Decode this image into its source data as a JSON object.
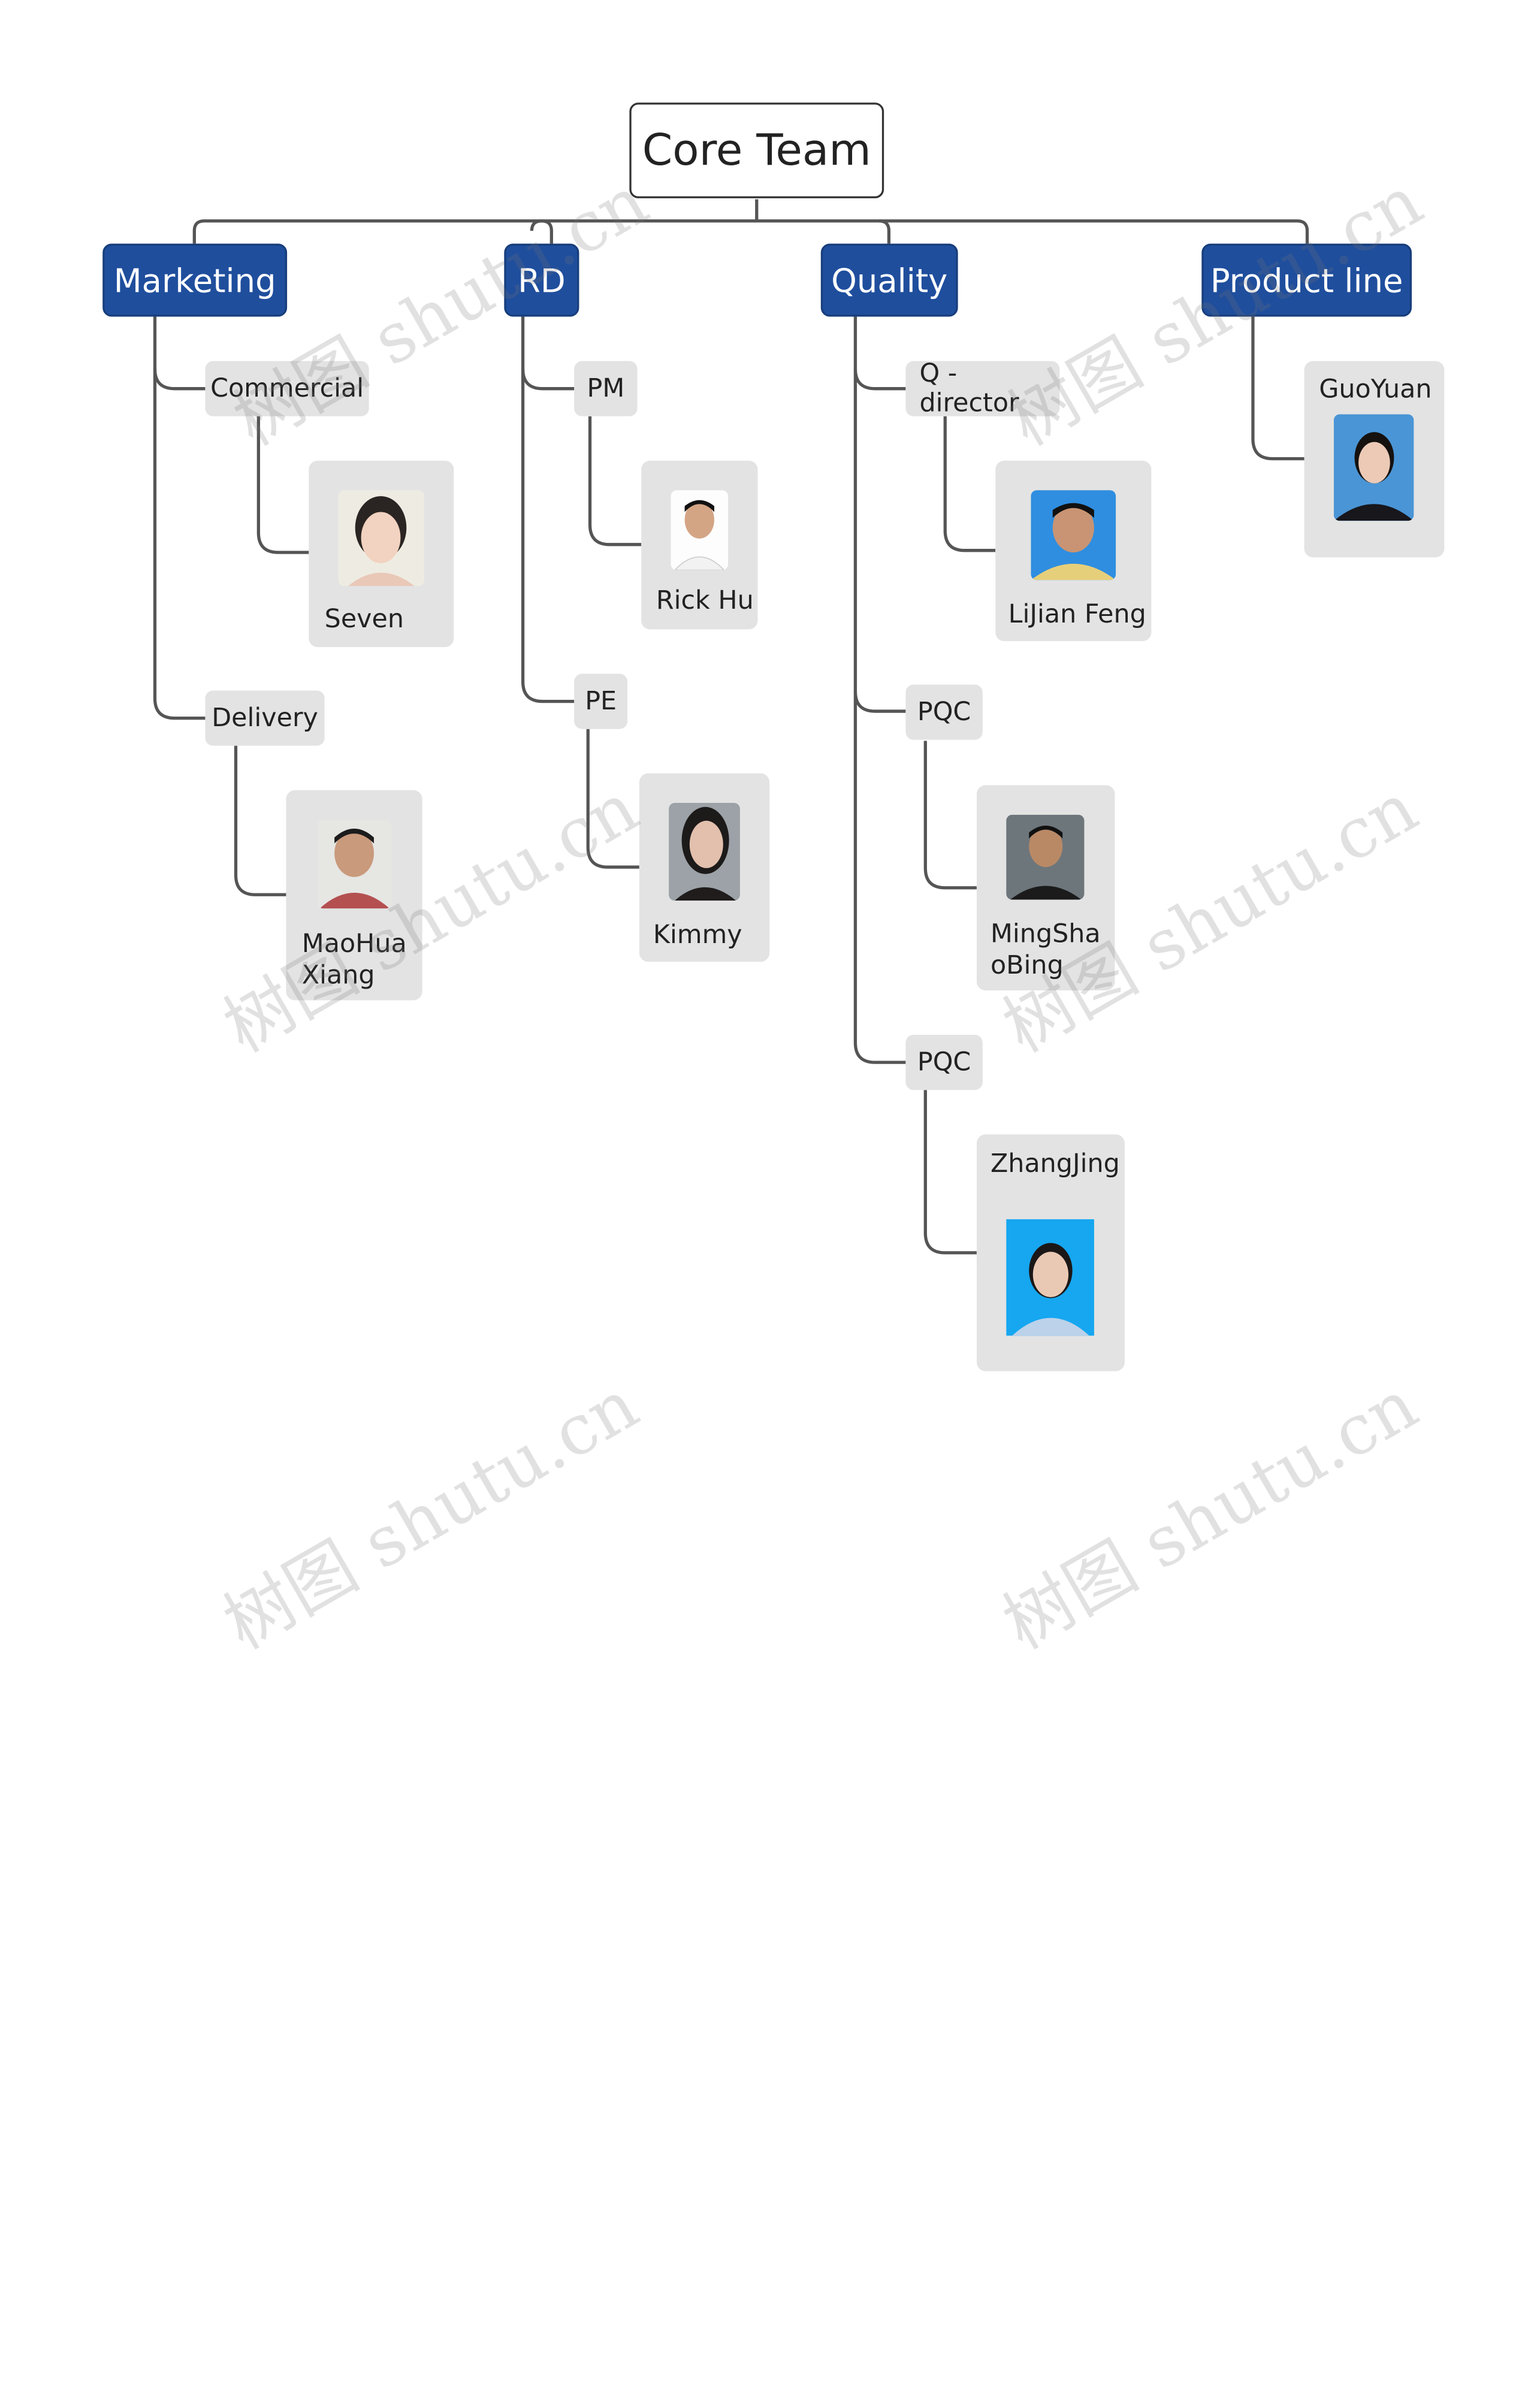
{
  "root": {
    "title": "Core Team"
  },
  "departments": [
    {
      "label": "Marketing"
    },
    {
      "label": "RD"
    },
    {
      "label": "Quality"
    },
    {
      "label": "Product line"
    }
  ],
  "roles": {
    "commercial": "Commercial",
    "delivery": "Delivery",
    "pm": "PM",
    "pe": "PE",
    "q_director": "Q -director",
    "pqc_1": "PQC",
    "pqc_2": "PQC"
  },
  "people": {
    "seven": "Seven",
    "maohua": "MaoHua\nXiang",
    "rick": "Rick Hu",
    "kimmy": "Kimmy",
    "lijian": "LiJian Feng",
    "mingshao": "MingSha\noBing",
    "zhangjing": "ZhangJing",
    "guoyuan": "GuoYuan"
  },
  "watermark": "树图 shutu.cn",
  "colors": {
    "department": "#1f4e9d",
    "card": "#e3e3e3",
    "connector": "#555555"
  }
}
